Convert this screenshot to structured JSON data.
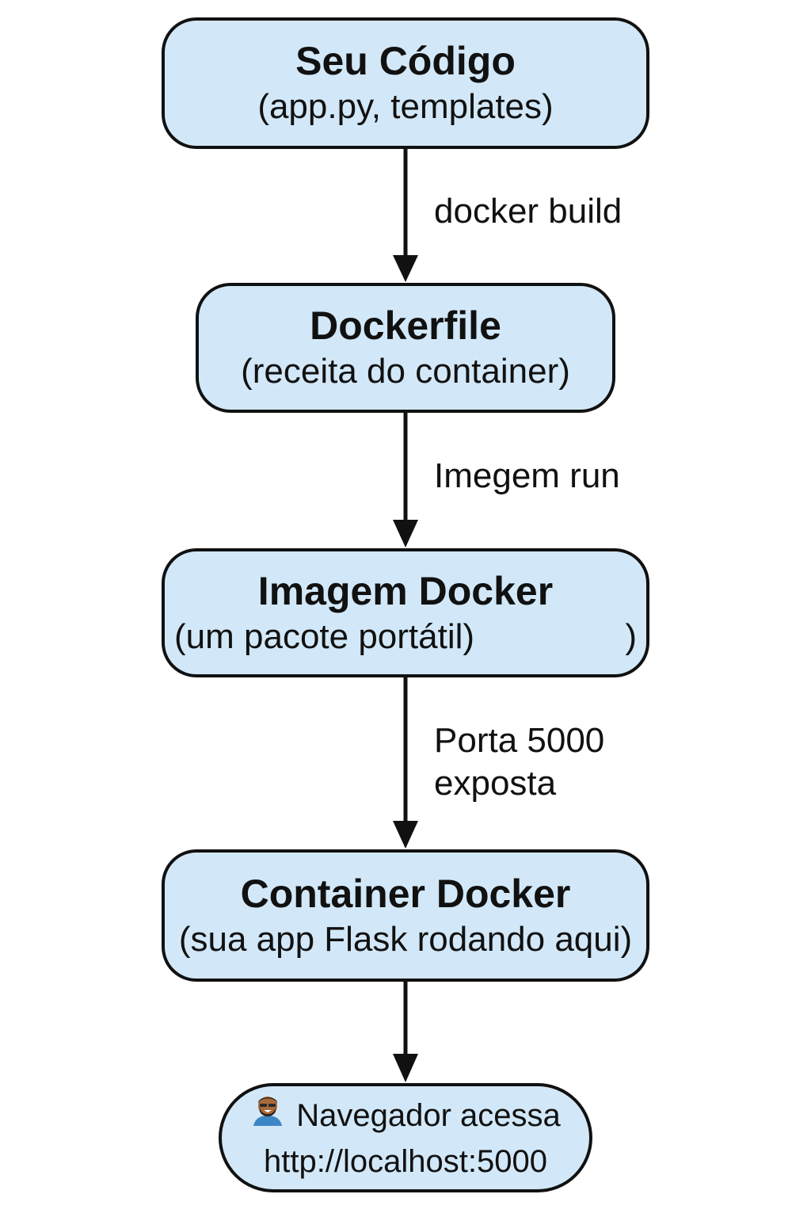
{
  "nodes": {
    "code": {
      "title": "Seu Código",
      "subtitle": "(app.py, templates)"
    },
    "dockerfile": {
      "title": "Dockerfile",
      "subtitle": "(receita do container)"
    },
    "image": {
      "title": "Imagem Docker",
      "subtitle_left": "(um pacote portátil)",
      "subtitle_right": ")"
    },
    "container": {
      "title": "Container Docker",
      "subtitle": "(sua app Flask rodando aqui)"
    },
    "browser": {
      "icon": "person-icon",
      "line1": "Navegador acessa",
      "line2": "http://localhost:5000"
    }
  },
  "edges": {
    "build": "docker build",
    "run": "Imegem run",
    "port_line1": "Porta 5000",
    "port_line2": "exposta"
  },
  "colors": {
    "node_fill": "#d2e8f8",
    "stroke": "#111111"
  }
}
